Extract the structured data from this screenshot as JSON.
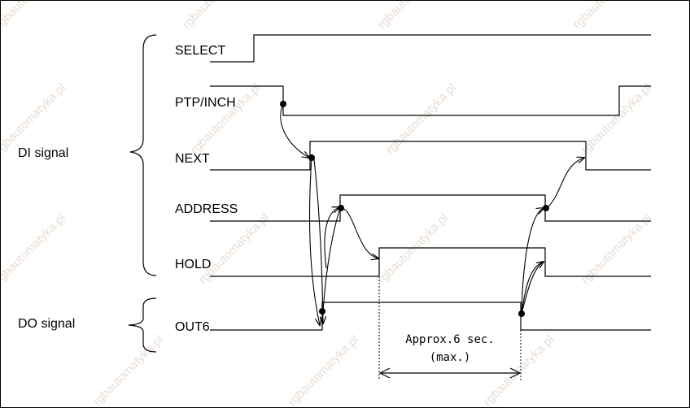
{
  "groups": {
    "di": "DI signal",
    "do": "DO signal"
  },
  "signals": [
    {
      "key": "select",
      "name": "SELECT"
    },
    {
      "key": "ptp",
      "name": "PTP/INCH"
    },
    {
      "key": "next",
      "name": "NEXT"
    },
    {
      "key": "address",
      "name": "ADDRESS"
    },
    {
      "key": "hold",
      "name": "HOLD"
    },
    {
      "key": "out6",
      "name": "OUT6"
    }
  ],
  "timing_note": {
    "line1": "Approx.6 sec.",
    "line2": "(max.)"
  },
  "watermark": "rgbautomatyka.pl",
  "colors": {
    "line": "#000000",
    "watermark": "#e6d9cf"
  }
}
